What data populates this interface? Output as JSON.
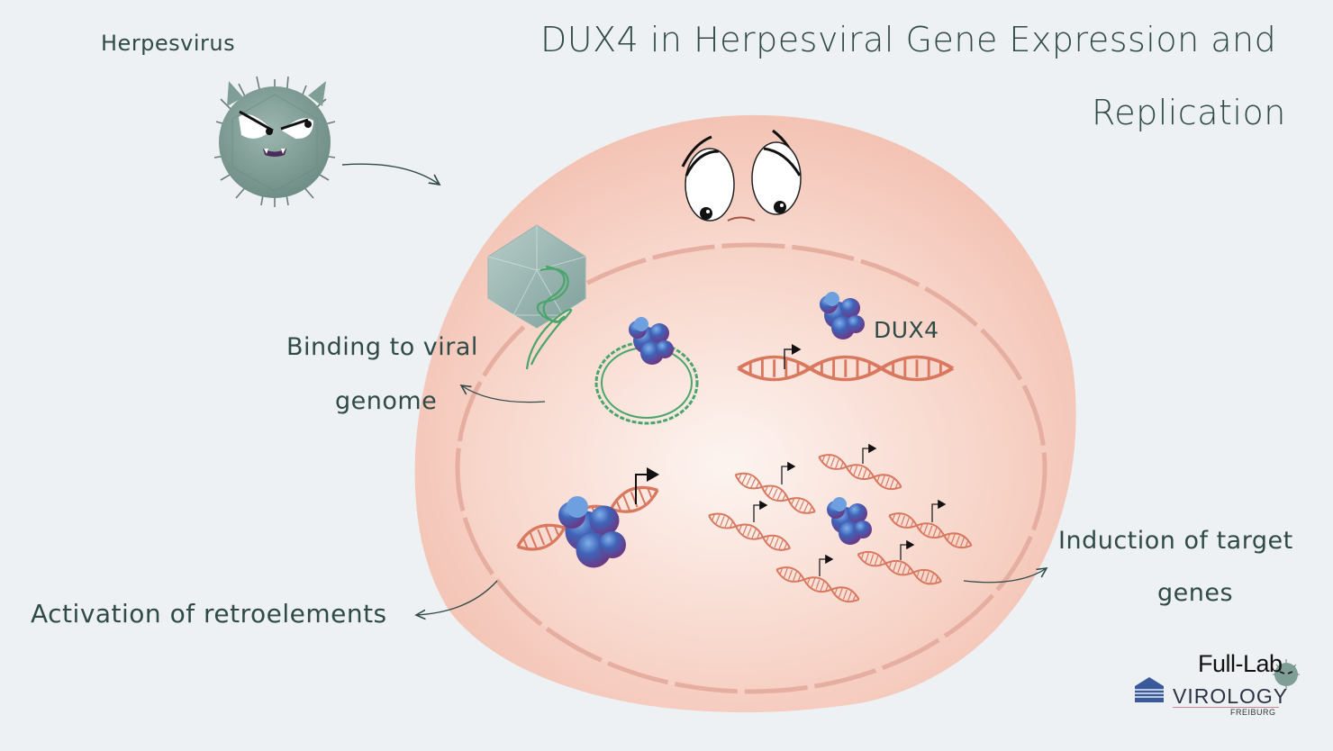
{
  "title": {
    "line1": "DUX4 in Herpesviral Gene Expression and",
    "line2": "Replication"
  },
  "labels": {
    "herpesvirus": "Herpesvirus",
    "binding_line1": "Binding to viral",
    "binding_line2": "genome",
    "activation": "Activation of retroelements",
    "induction_line1": "Induction of target",
    "induction_line2": "genes",
    "dux4": "DUX4"
  },
  "logo": {
    "full_lab": "Full-Lab",
    "virology": "VIROLOGY",
    "freiburg": "FREIBURG"
  },
  "colors": {
    "background": "#edf1f4",
    "text": "#2f4a47",
    "cell": "#f7d3c8",
    "nucleus_border": "#e3a89a",
    "viral_dna": "#4aa56a",
    "host_dna": "#d9785f",
    "dux4_protein": "#4a5fb0",
    "virus_body": "#7f9e96"
  }
}
